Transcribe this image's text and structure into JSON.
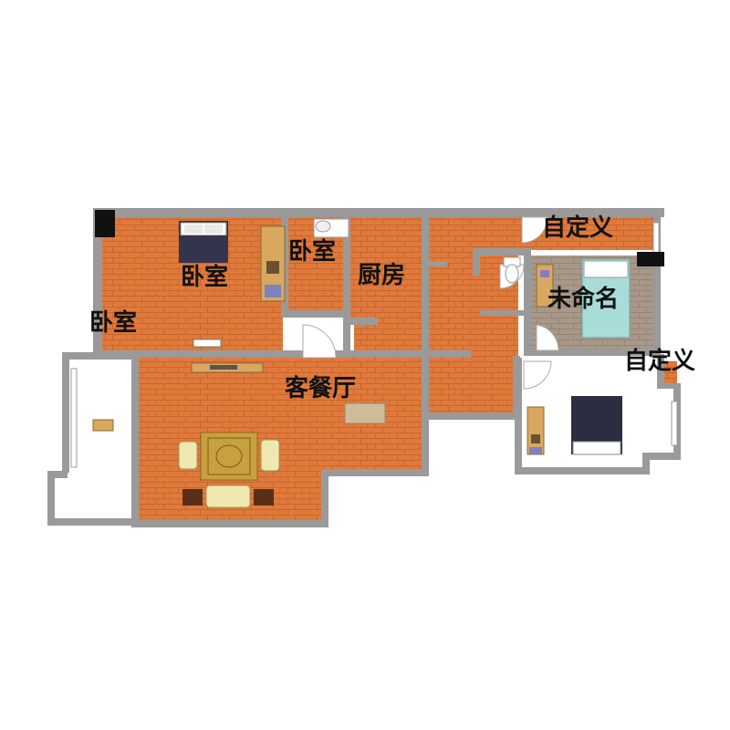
{
  "floor_plan": {
    "rooms": [
      {
        "id": "bedroom-main",
        "label": "卧室",
        "floor": "wood"
      },
      {
        "id": "bedroom-west",
        "label": "卧室",
        "floor": "wood"
      },
      {
        "id": "bedroom-small",
        "label": "卧室",
        "floor": "wood"
      },
      {
        "id": "kitchen",
        "label": "厨房",
        "floor": "wood"
      },
      {
        "id": "living-dining",
        "label": "客餐厅",
        "floor": "wood"
      },
      {
        "id": "custom-top",
        "label": "自定义",
        "floor": "wood"
      },
      {
        "id": "unnamed",
        "label": "未命名",
        "floor": "grey-wood"
      },
      {
        "id": "custom-right",
        "label": "自定义",
        "floor": "white"
      }
    ],
    "colors": {
      "wood": "#e07a3c",
      "wood_stripe": "#c8662c",
      "wall": "#9a9a9a",
      "grey_floor": "#a89888",
      "white_floor": "#ffffff",
      "pillar": "#111111",
      "label": "#111111"
    },
    "furniture": [
      "bed-icon",
      "wardrobe-icon",
      "toilet-icon",
      "sofa-icon",
      "armchair-icon",
      "rug-icon",
      "coffee-table-icon",
      "tv-cabinet-icon",
      "desk-icon",
      "door-icon"
    ]
  }
}
